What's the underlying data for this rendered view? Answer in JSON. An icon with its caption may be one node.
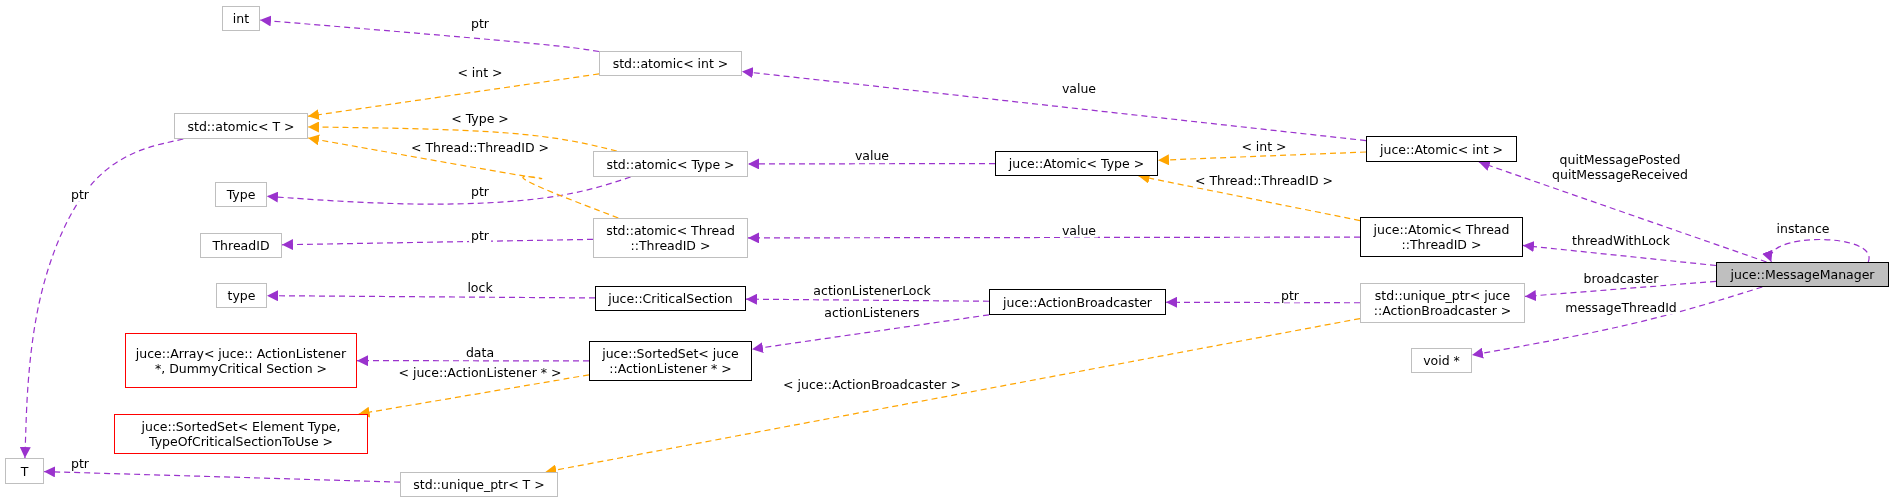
{
  "diagram": {
    "nodes": [
      {
        "text": [
          "int"
        ]
      },
      {
        "text": [
          "std::atomic< int >"
        ]
      },
      {
        "text": [
          "std::atomic< T >"
        ]
      },
      {
        "text": [
          "std::atomic< Type >"
        ]
      },
      {
        "text": [
          "Type"
        ]
      },
      {
        "text": [
          "juce::Atomic< Type >"
        ]
      },
      {
        "text": [
          "ThreadID"
        ]
      },
      {
        "text": [
          "std::atomic< Thread ::ThreadID >"
        ]
      },
      {
        "text": [
          "juce::Atomic< int >"
        ]
      },
      {
        "text": [
          "juce::Atomic< Thread ::ThreadID >"
        ]
      },
      {
        "text": [
          "type"
        ]
      },
      {
        "text": [
          "juce::CriticalSection"
        ]
      },
      {
        "text": [
          "juce::ActionBroadcaster"
        ]
      },
      {
        "text": [
          "std::unique_ptr< juce ::ActionBroadcaster >"
        ]
      },
      {
        "text": [
          "juce::MessageManager"
        ]
      },
      {
        "text": [
          "juce::Array< juce:: ActionListener *, DummyCritical Section >"
        ]
      },
      {
        "text": [
          "juce::SortedSet< juce ::ActionListener * >"
        ]
      },
      {
        "text": [
          "juce::SortedSet< Element Type, TypeOfCriticalSectionToUse >"
        ]
      },
      {
        "text": [
          "void *"
        ]
      },
      {
        "text": [
          "T"
        ]
      },
      {
        "text": [
          "std::unique_ptr< T >"
        ]
      }
    ],
    "edges": [
      {
        "from": 1,
        "to": 0,
        "arrow": "to",
        "label": "ptr",
        "style": "dashed"
      },
      {
        "from": 2,
        "to": 19,
        "arrow": "to",
        "label": "ptr",
        "style": "dashed"
      },
      {
        "from": 3,
        "to": 4,
        "arrow": "to",
        "label": "ptr",
        "style": "dashed"
      },
      {
        "from": 7,
        "to": 6,
        "arrow": "to",
        "label": "ptr",
        "style": "dashed"
      },
      {
        "from": 11,
        "to": 10,
        "arrow": "to",
        "label": "lock",
        "style": "dashed"
      },
      {
        "from": 16,
        "to": 15,
        "arrow": "to",
        "label": "data",
        "style": "dashed"
      },
      {
        "from": 20,
        "to": 19,
        "arrow": "to",
        "label": "ptr",
        "style": "dashed"
      },
      {
        "from": 1,
        "to": 2,
        "arrow": "to",
        "label": "< int >",
        "style": "dashed",
        "color": "#ffa500"
      },
      {
        "from": 3,
        "to": 2,
        "arrow": "to",
        "label": "< Type >",
        "style": "dashed",
        "color": "#ffa500"
      },
      {
        "from": 7,
        "to": 2,
        "arrow": "to",
        "label": "< Thread::ThreadID >",
        "style": "dashed",
        "color": "#ffa500"
      },
      {
        "from": 16,
        "to": 17,
        "arrow": "to",
        "label": "< juce::ActionListener * >",
        "style": "dashed",
        "color": "#ffa500"
      },
      {
        "from": 13,
        "to": 20,
        "arrow": "to",
        "label": "< juce::ActionBroadcaster >",
        "style": "dashed",
        "color": "#ffa500"
      },
      {
        "from": 5,
        "to": 3,
        "arrow": "to",
        "label": "value",
        "style": "dashed"
      },
      {
        "from": 8,
        "to": 1,
        "arrow": "to",
        "label": "value",
        "style": "dashed"
      },
      {
        "from": 9,
        "to": 7,
        "arrow": "to",
        "label": "value",
        "style": "dashed"
      },
      {
        "from": 8,
        "to": 5,
        "arrow": "to",
        "label": "< int >",
        "style": "dashed",
        "color": "#ffa500"
      },
      {
        "from": 9,
        "to": 5,
        "arrow": "to",
        "label": "< Thread::ThreadID >",
        "style": "dashed",
        "color": "#ffa500"
      },
      {
        "from": 12,
        "to": 11,
        "arrow": "to",
        "label": "actionListenerLock",
        "style": "dashed"
      },
      {
        "from": 12,
        "to": 16,
        "arrow": "to",
        "label": "actionListeners",
        "style": "dashed"
      },
      {
        "from": 13,
        "to": 12,
        "arrow": "to",
        "label": "ptr",
        "style": "dashed"
      },
      {
        "from": 14,
        "to": 8,
        "arrow": "to",
        "label": "quitMessagePosted quitMessageReceived",
        "style": "dashed"
      },
      {
        "from": 14,
        "to": 9,
        "arrow": "to",
        "label": "threadWithLock",
        "style": "dashed"
      },
      {
        "from": 14,
        "to": 13,
        "arrow": "to",
        "label": "broadcaster",
        "style": "dashed"
      },
      {
        "from": 14,
        "to": 18,
        "arrow": "to",
        "label": "messageThreadId",
        "style": "dashed"
      },
      {
        "from": 14,
        "to": 14,
        "arrow": "to",
        "label": "instance",
        "style": "dashed"
      }
    ]
  }
}
